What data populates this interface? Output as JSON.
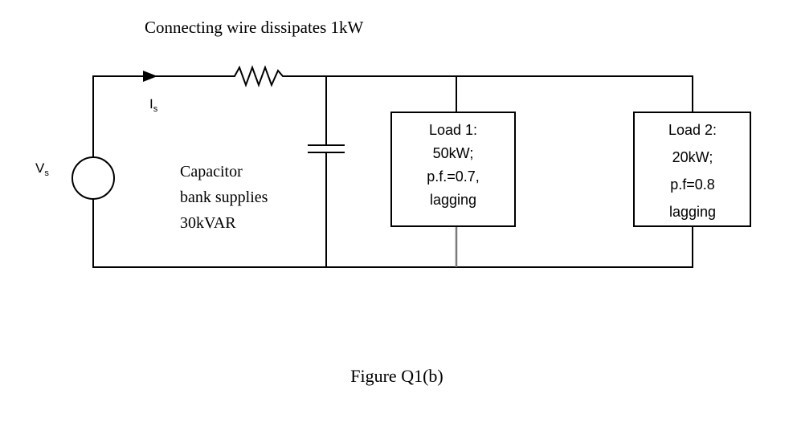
{
  "diagram": {
    "top_caption": "Connecting wire dissipates 1kW",
    "current_label": {
      "main": "I",
      "sub": "s"
    },
    "source_label": {
      "main": "V",
      "sub": "s"
    },
    "capacitor_text": [
      "Capacitor",
      "bank supplies",
      "30kVAR"
    ],
    "load1": [
      "Load 1:",
      "50kW;",
      "p.f.=0.7,",
      "lagging"
    ],
    "load2": [
      "Load 2:",
      "20kW;",
      "p.f=0.8",
      "lagging"
    ],
    "figure_caption": "Figure Q1(b)"
  }
}
